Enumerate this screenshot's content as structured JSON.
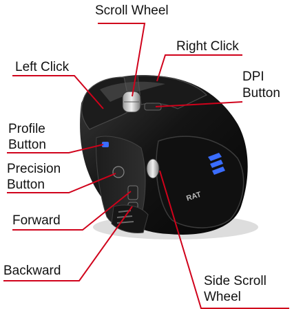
{
  "labels": {
    "scroll_wheel": "Scroll Wheel",
    "right_click": "Right Click",
    "left_click": "Left Click",
    "dpi_button_line1": "DPI",
    "dpi_button_line2": "Button",
    "profile_button_line1": "Profile",
    "profile_button_line2": "Button",
    "precision_button_line1": "Precision",
    "precision_button_line2": "Button",
    "forward": "Forward",
    "backward": "Backward",
    "side_scroll_line1": "Side Scroll",
    "side_scroll_line2": "Wheel"
  },
  "logo_text": "RAT",
  "colors": {
    "leader_line": "#d0021b",
    "mouse_body": "#141414",
    "mouse_highlight": "#5a5a5a",
    "led_accent": "#3a6dff",
    "text": "#111111"
  }
}
